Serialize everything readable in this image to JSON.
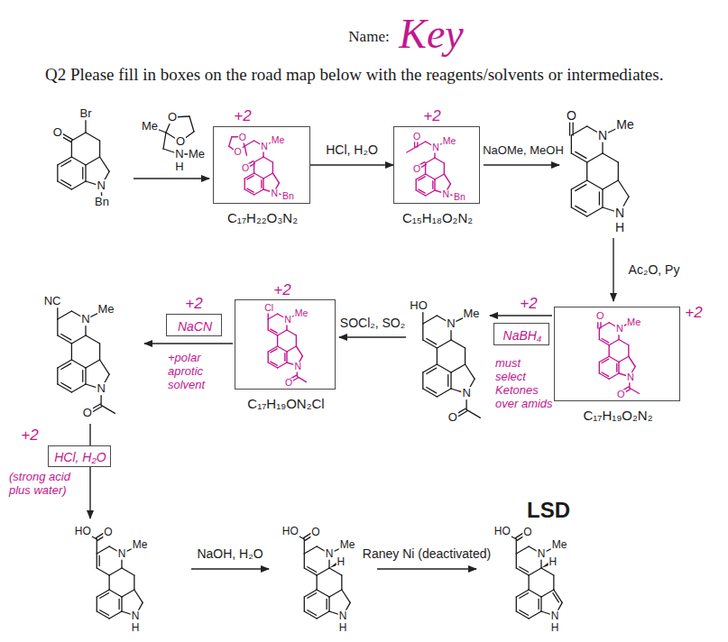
{
  "diagram": {
    "nodes": [
      {
        "text": [
          "+2",
          "Me",
          "N",
          "O",
          "O",
          "O",
          "N",
          "Bn",
          "C₁₇H₂₂O₃N₂"
        ]
      },
      {
        "text": [
          "+2",
          "Me",
          "N",
          "O",
          "O",
          "N",
          "Bn",
          "C₁₅H₁₈O₂N₂"
        ]
      },
      {
        "text": [
          "+2",
          "O",
          "N",
          "Me",
          "N",
          "O",
          "C₁₇H₁₉O₂N₂"
        ]
      },
      {
        "text": [
          "+2",
          "NaBH₄"
        ]
      },
      {
        "text": [
          "+2",
          "Cl",
          "N",
          "Me",
          "N",
          "O",
          "C₁₇H₁₉ON₂Cl"
        ]
      },
      {
        "text": [
          "+2",
          "NaCN"
        ]
      },
      {
        "text": [
          "+2",
          "HCl, H₂O"
        ]
      }
    ],
    "edges": [
      {
        "from": 0,
        "to": 1,
        "arrow": "to",
        "label": "HCl, H₂O"
      }
    ],
    "labels": [
      "Name:",
      "Key",
      "Q2 Please fill in boxes on the road map below with the reagents/solvents or intermediates.",
      "Br",
      "O",
      "N",
      "Bn",
      "Me",
      "O",
      "O",
      "N",
      "Me",
      "H",
      "NaOMe, MeOH",
      "O",
      "N",
      "Me",
      "N",
      "H",
      "Ac₂O, Py",
      "must select Ketones over amids",
      "HO",
      "N",
      "Me",
      "N",
      "O",
      "SOCl₂, SO₂",
      "+polar aprotic solvent",
      "NC",
      "N",
      "Me",
      "N",
      "O",
      "(strong acid plus water)",
      "HO",
      "O",
      "N",
      "Me",
      "N",
      "H",
      "NaOH, H₂O",
      "HO",
      "O",
      "N",
      "Me",
      "H",
      "N",
      "H",
      "Raney Ni (deactivated)",
      "LSD",
      "HO",
      "O",
      "N",
      "Me",
      "H",
      "N",
      "H"
    ]
  }
}
